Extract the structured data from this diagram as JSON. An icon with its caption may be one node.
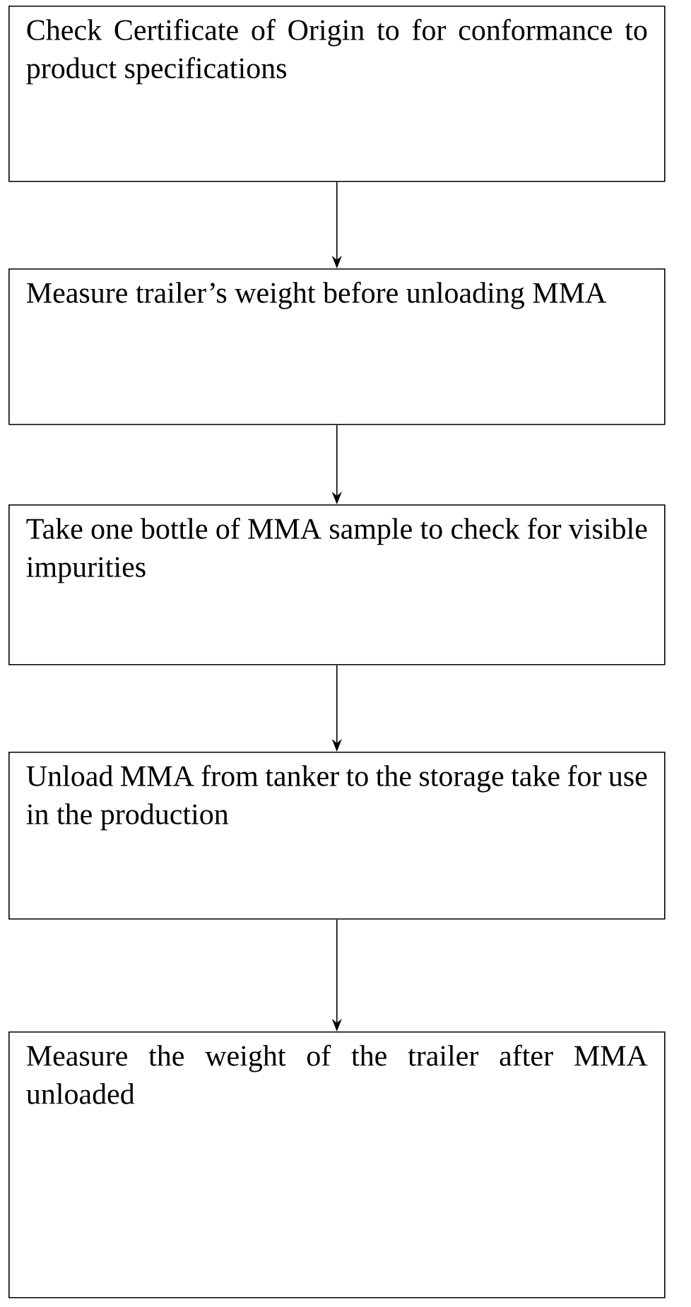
{
  "diagram": {
    "nodes": [
      {
        "text": [
          "Check Certificate of Origin to for conformance to product specifications"
        ]
      },
      {
        "text": [
          "Measure trailer’s weight before unloading MMA"
        ]
      },
      {
        "text": [
          "Take one bottle of MMA sample to check for visible impurities"
        ]
      },
      {
        "text": [
          "Unload MMA from tanker to the storage take for use in the production"
        ]
      },
      {
        "text": [
          "Measure the weight of the trailer after MMA unloaded"
        ]
      }
    ],
    "edges": [
      {
        "from": 0,
        "to": 1,
        "arrow": "to"
      },
      {
        "from": 1,
        "to": 2,
        "arrow": "to"
      },
      {
        "from": 2,
        "to": 3,
        "arrow": "to"
      },
      {
        "from": 3,
        "to": 4,
        "arrow": "to"
      }
    ]
  }
}
